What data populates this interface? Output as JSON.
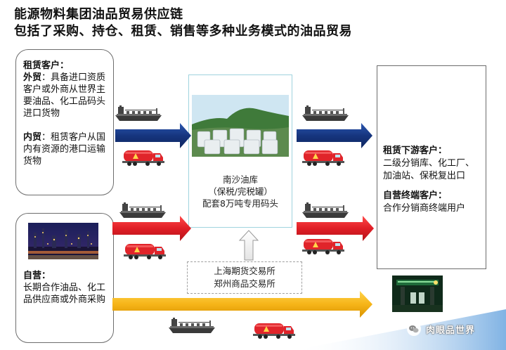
{
  "title": {
    "line1": "能源物料集团油品贸易供应链",
    "line2": "包括了采购、持仓、租赁、销售等多种业务模式的油品贸易"
  },
  "lease_customer_box": {
    "heading": "租赁客户：",
    "foreign_label": "外贸",
    "foreign_text": "：具备进口资质客户或外商从世界主要油品、化工品码头进口货物",
    "domestic_label": "内贸",
    "domestic_text": "：租赁客户从国内有资源的港口运输货物"
  },
  "self_operated_box": {
    "label": "自营：",
    "text": "长期合作油品、化工品供应商或外商采购"
  },
  "center_depot": {
    "name": "南沙油库",
    "subtitle": "（保税/完税罐）",
    "detail": "配套8万吨专用码头"
  },
  "exchange_box": {
    "line1": "上海期货交易所",
    "line2": "郑州商品交易所"
  },
  "right_box": {
    "lease_downstream_heading": "租赁下游客户：",
    "lease_downstream_text": "二级分销库、化工厂、加油站、保税复出口",
    "self_terminal_heading": "自营终端客户：",
    "self_terminal_text": "合作分销商终端用户"
  },
  "watermark": {
    "text": "肉眼品世界",
    "icon": "wechat-icon"
  },
  "colors": {
    "arrow_blue": "#1a3c8c",
    "arrow_red": "#e5202a",
    "arrow_yellow": "#f6b718",
    "tanker_red": "#e0242a",
    "box_border": "#6d6d6d",
    "center_border": "#9fd3de"
  }
}
